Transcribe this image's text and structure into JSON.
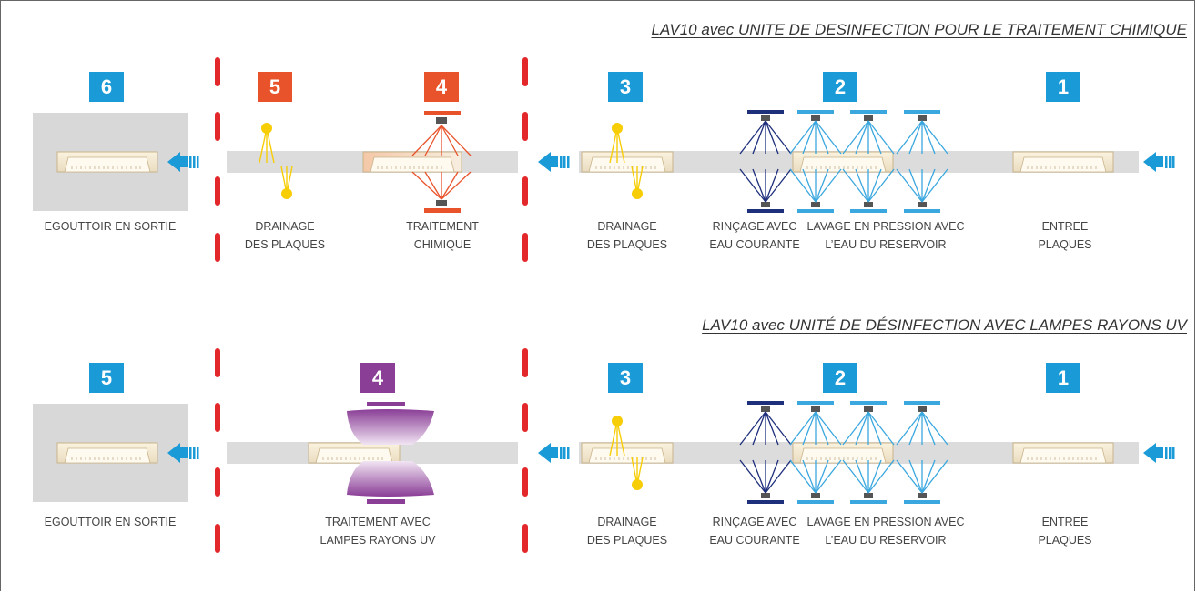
{
  "colors": {
    "blue": "#1a9ad6",
    "orange": "#e8532b",
    "purple": "#8a3e96",
    "navy": "#1e2f7c",
    "light_blue": "#3aa7df",
    "yellow": "#f7cd06",
    "red_dash": "#e3282b",
    "belt": "#dcdcdc",
    "exit_box": "#d8d8d8"
  },
  "panels": [
    {
      "title": "LAV10 avec UNITE DE DESINFECTION POUR LE TRAITEMENT CHIMIQUE",
      "badges": [
        {
          "num": "6",
          "color": "blue"
        },
        {
          "num": "5",
          "color": "orange"
        },
        {
          "num": "4",
          "color": "orange"
        },
        {
          "num": "3",
          "color": "blue"
        },
        {
          "num": "2",
          "color": "blue"
        },
        {
          "num": "1",
          "color": "blue"
        }
      ],
      "labels": [
        {
          "l1": "EGOUTTOIR EN SORTIE",
          "l2": ""
        },
        {
          "l1": "DRAINAGE",
          "l2": "DES PLAQUES"
        },
        {
          "l1": "TRAITEMENT",
          "l2": "CHIMIQUE"
        },
        {
          "l1": "DRAINAGE",
          "l2": "DES PLAQUES"
        },
        {
          "l1": "RINÇAGE AVEC",
          "l2": "EAU COURANTE"
        },
        {
          "l1": "LAVAGE EN PRESSION AVEC",
          "l2": "L’EAU DU RESERVOIR"
        },
        {
          "l1": "ENTREE",
          "l2": "PLAQUES"
        }
      ]
    },
    {
      "title": "LAV10 avec UNITÉ DE DÉSINFECTION AVEC LAMPES RAYONS UV",
      "badges": [
        {
          "num": "5",
          "color": "blue"
        },
        {
          "num": "4",
          "color": "purple"
        },
        {
          "num": "3",
          "color": "blue"
        },
        {
          "num": "2",
          "color": "blue"
        },
        {
          "num": "1",
          "color": "blue"
        }
      ],
      "labels": [
        {
          "l1": "EGOUTTOIR EN SORTIE",
          "l2": ""
        },
        {
          "l1": "TRAITEMENT AVEC",
          "l2": "LAMPES RAYONS UV"
        },
        {
          "l1": "DRAINAGE",
          "l2": "DES PLAQUES"
        },
        {
          "l1": "RINÇAGE AVEC",
          "l2": "EAU COURANTE"
        },
        {
          "l1": "LAVAGE EN PRESSION AVEC",
          "l2": "L’EAU DU RESERVOIR"
        },
        {
          "l1": "ENTREE",
          "l2": "PLAQUES"
        }
      ]
    }
  ]
}
